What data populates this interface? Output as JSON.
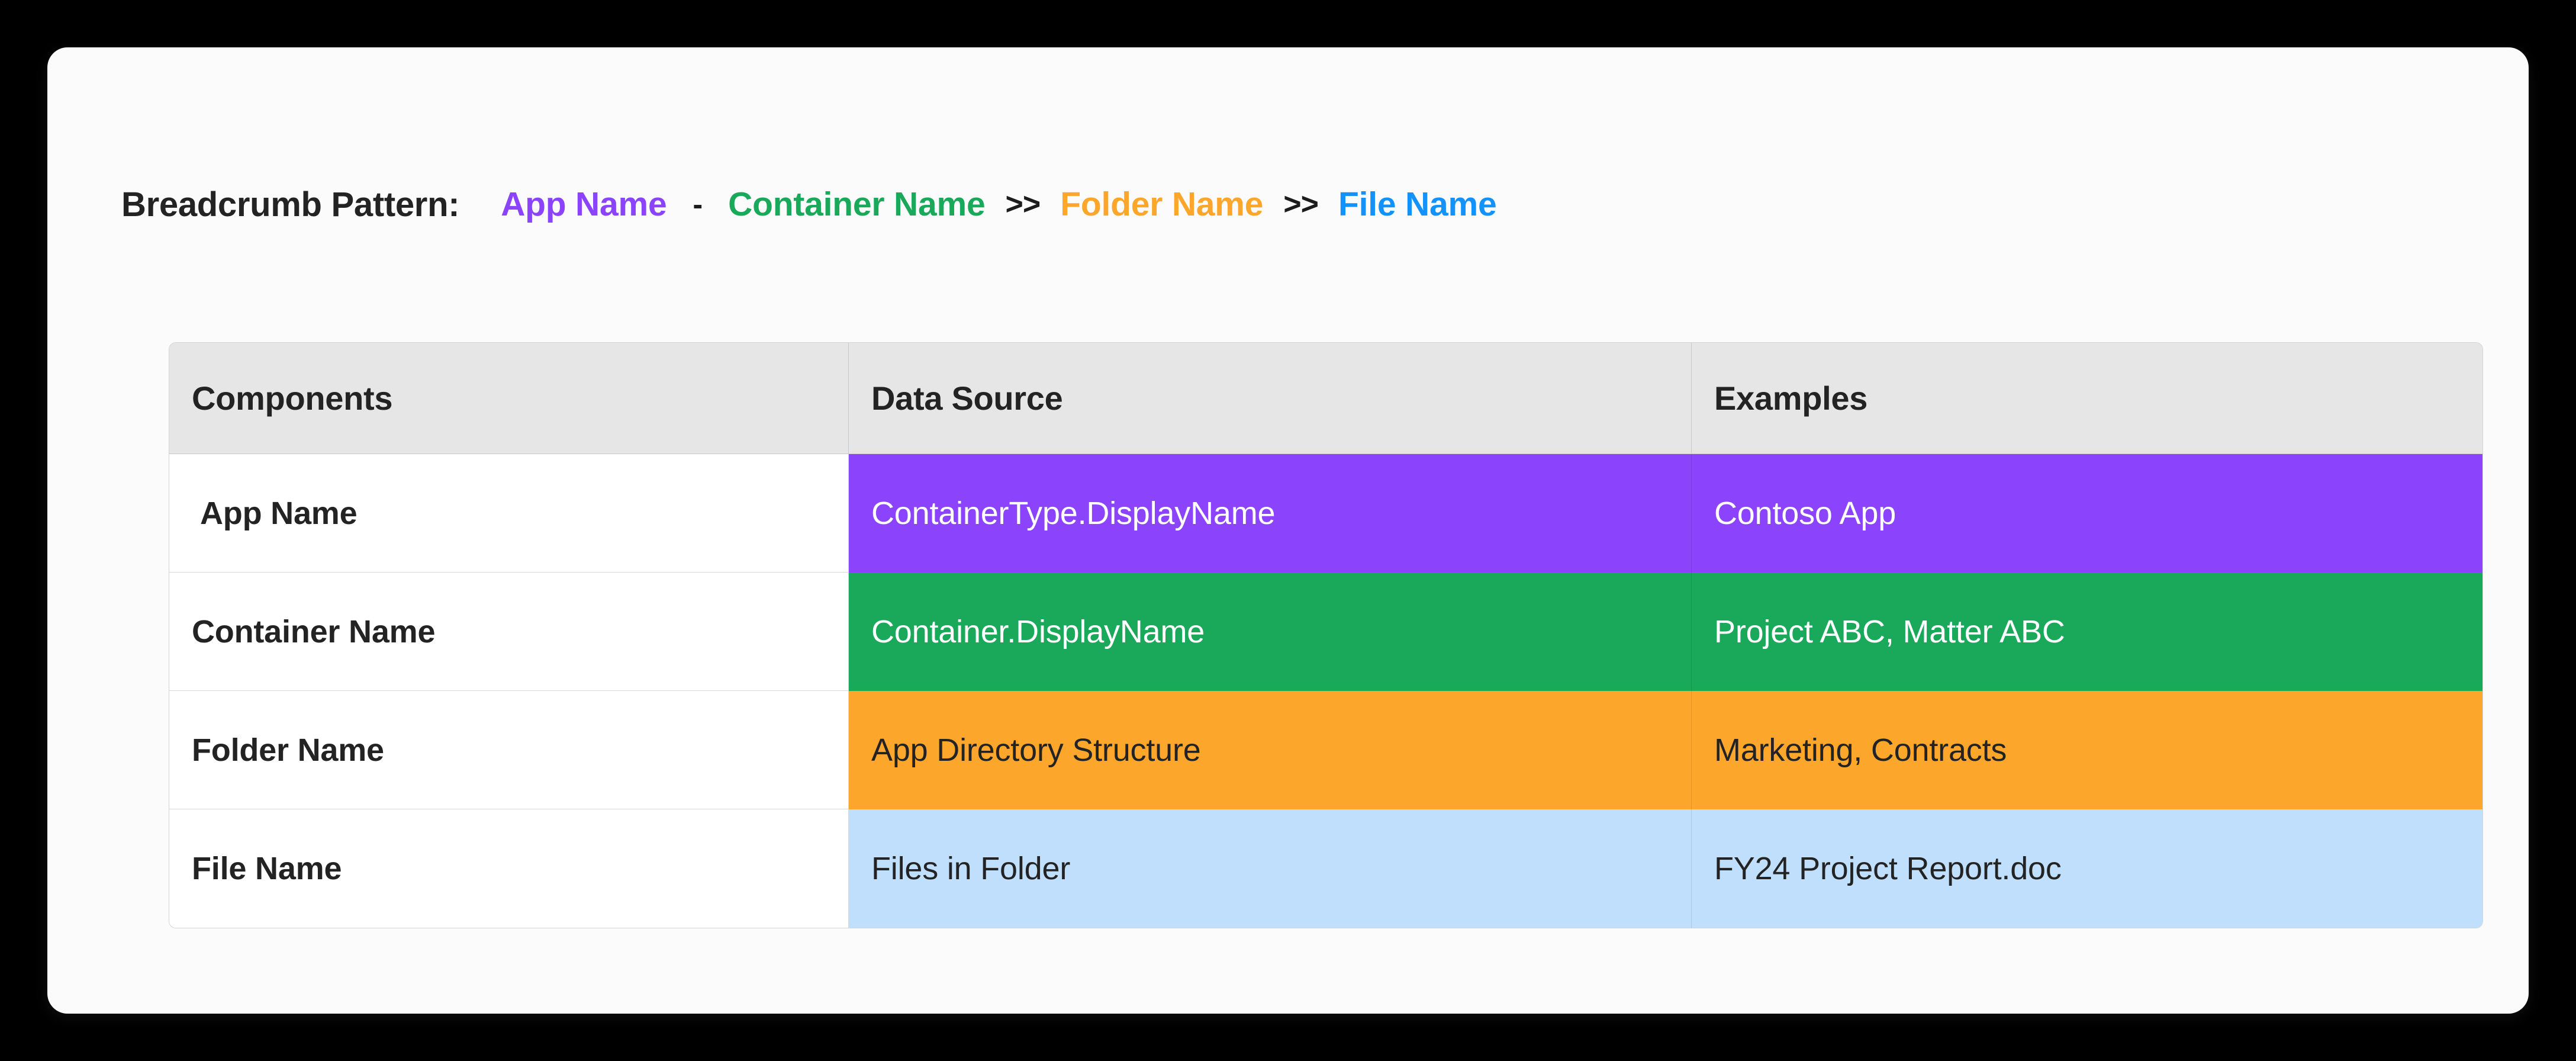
{
  "breadcrumb": {
    "title": "Breadcrumb Pattern:",
    "items": [
      {
        "label": "App Name",
        "color": "#8b43fb"
      },
      {
        "label": "Container Name",
        "color": "#1aa95a"
      },
      {
        "label": "Folder Name",
        "color": "#fca62c"
      },
      {
        "label": "File Name",
        "color": "#1492fb"
      }
    ],
    "separators": {
      "dash": "-",
      "chevron": ">>"
    }
  },
  "table": {
    "headers": [
      "Components",
      "Data Source",
      "Examples"
    ],
    "rows": [
      {
        "component": "App Name",
        "data_source": "ContainerType.DisplayName",
        "example": "Contoso App",
        "bg": "#8b43fb",
        "fg": "#ffffff"
      },
      {
        "component": "Container Name",
        "data_source": "Container.DisplayName",
        "example": "Project ABC, Matter ABC",
        "bg": "#1aa95a",
        "fg": "#ffffff"
      },
      {
        "component": "Folder Name",
        "data_source": "App Directory Structure",
        "example": "Marketing, Contracts",
        "bg": "#fca62c",
        "fg": "#232323"
      },
      {
        "component": "File Name",
        "data_source": "Files in Folder",
        "example": "FY24 Project Report.doc",
        "bg": "#bfdffd",
        "fg": "#232323"
      }
    ]
  },
  "theme": {
    "page_bg": "#000000",
    "card_bg": "#fbfbfb",
    "header_bg": "#e6e6e6",
    "text": "#232323"
  }
}
